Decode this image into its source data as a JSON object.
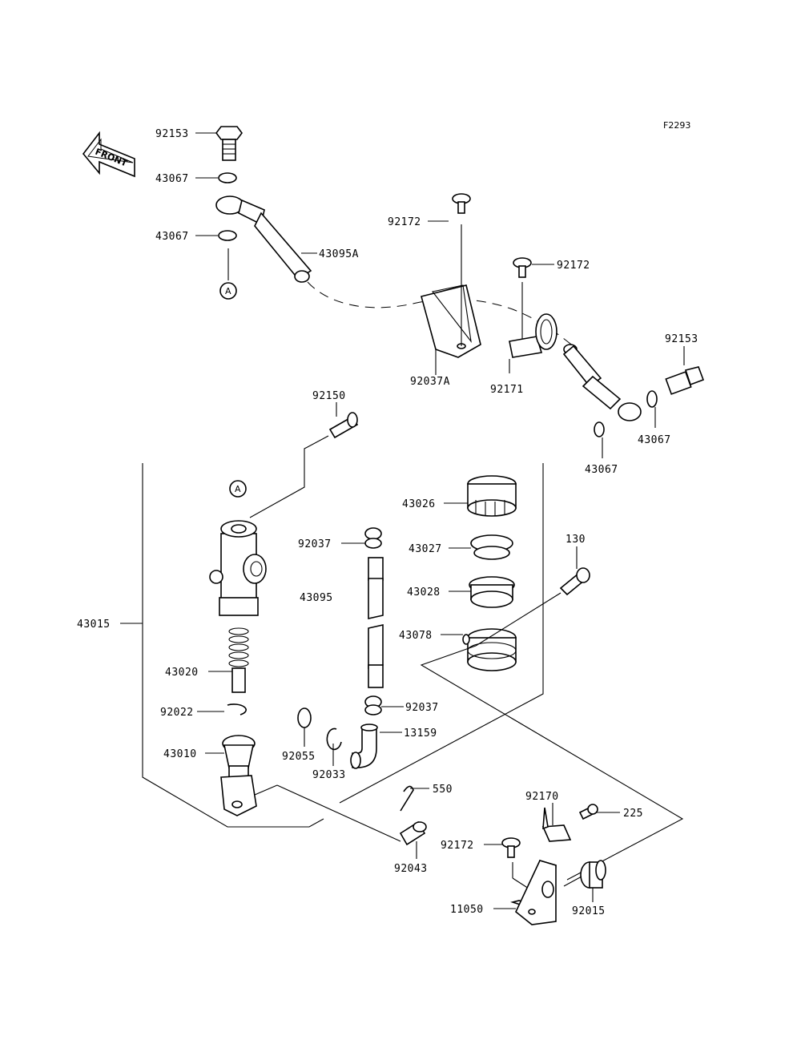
{
  "diagram": {
    "code": "F2293",
    "front_label": "FRONT",
    "callout": "A",
    "parts": [
      {
        "id": "p92153a",
        "label": "92153"
      },
      {
        "id": "p43067a",
        "label": "43067"
      },
      {
        "id": "p43067b",
        "label": "43067"
      },
      {
        "id": "p43095A",
        "label": "43095A"
      },
      {
        "id": "p92172a",
        "label": "92172"
      },
      {
        "id": "p92172b",
        "label": "92172"
      },
      {
        "id": "p92037A",
        "label": "92037A"
      },
      {
        "id": "p92171",
        "label": "92171"
      },
      {
        "id": "p92153b",
        "label": "92153"
      },
      {
        "id": "p43067c",
        "label": "43067"
      },
      {
        "id": "p43067d",
        "label": "43067"
      },
      {
        "id": "p92150",
        "label": "92150"
      },
      {
        "id": "p43026",
        "label": "43026"
      },
      {
        "id": "p92037a",
        "label": "92037"
      },
      {
        "id": "p43027",
        "label": "43027"
      },
      {
        "id": "p130",
        "label": "130"
      },
      {
        "id": "p43095",
        "label": "43095"
      },
      {
        "id": "p43028",
        "label": "43028"
      },
      {
        "id": "p43015",
        "label": "43015"
      },
      {
        "id": "p43078",
        "label": "43078"
      },
      {
        "id": "p43020",
        "label": "43020"
      },
      {
        "id": "p92022",
        "label": "92022"
      },
      {
        "id": "p92037b",
        "label": "92037"
      },
      {
        "id": "p13159",
        "label": "13159"
      },
      {
        "id": "p43010",
        "label": "43010"
      },
      {
        "id": "p92055",
        "label": "92055"
      },
      {
        "id": "p92033",
        "label": "92033"
      },
      {
        "id": "p550",
        "label": "550"
      },
      {
        "id": "p92170",
        "label": "92170"
      },
      {
        "id": "p225",
        "label": "225"
      },
      {
        "id": "p92172c",
        "label": "92172"
      },
      {
        "id": "p92043",
        "label": "92043"
      },
      {
        "id": "p11050",
        "label": "11050"
      },
      {
        "id": "p92015",
        "label": "92015"
      }
    ]
  }
}
